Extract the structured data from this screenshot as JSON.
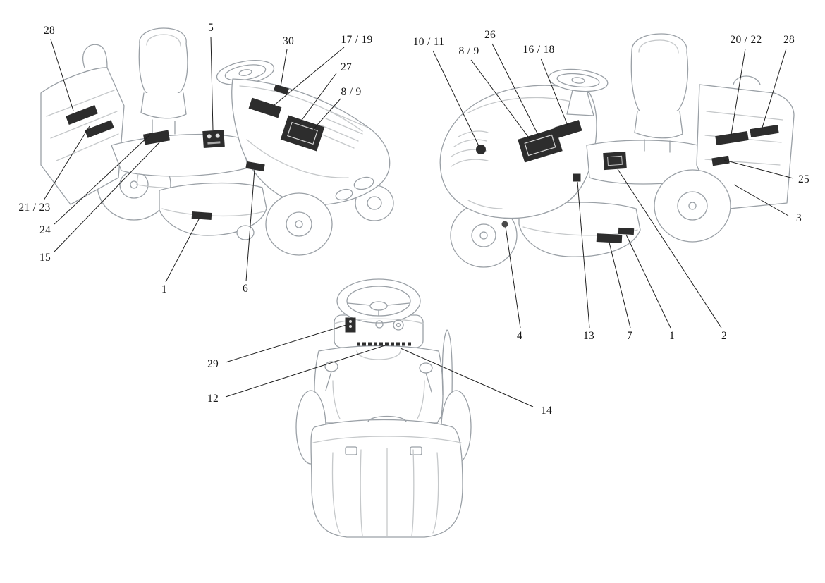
{
  "figure": {
    "type": "label-location-diagram",
    "subject": "riding-lawn-tractor",
    "views": [
      {
        "id": "front-left",
        "name": "tractor front-left three-quarter view"
      },
      {
        "id": "rear-right",
        "name": "tractor rear-right three-quarter view"
      },
      {
        "id": "rear",
        "name": "tractor rear view"
      }
    ],
    "colors": {
      "background": "#ffffff",
      "outline": "#9aa0a6",
      "detail": "#c5c8ca",
      "label_patch": "#2d2d2d",
      "leader_line": "#1f1f1f",
      "callout_text": "#161616"
    }
  },
  "callouts": [
    {
      "label": "28",
      "view": "front-left"
    },
    {
      "label": "5",
      "view": "front-left"
    },
    {
      "label": "30",
      "view": "front-left"
    },
    {
      "label": "17 / 19",
      "view": "front-left"
    },
    {
      "label": "27",
      "view": "front-left"
    },
    {
      "label": "8 / 9",
      "view": "front-left"
    },
    {
      "label": "21 / 23",
      "view": "front-left"
    },
    {
      "label": "24",
      "view": "front-left"
    },
    {
      "label": "15",
      "view": "front-left"
    },
    {
      "label": "1",
      "view": "front-left"
    },
    {
      "label": "6",
      "view": "front-left"
    },
    {
      "label": "10 / 11",
      "view": "rear-right"
    },
    {
      "label": "8 / 9",
      "view": "rear-right"
    },
    {
      "label": "26",
      "view": "rear-right"
    },
    {
      "label": "16 / 18",
      "view": "rear-right"
    },
    {
      "label": "20 / 22",
      "view": "rear-right"
    },
    {
      "label": "28",
      "view": "rear-right"
    },
    {
      "label": "25",
      "view": "rear-right"
    },
    {
      "label": "3",
      "view": "rear-right"
    },
    {
      "label": "4",
      "view": "rear-right"
    },
    {
      "label": "13",
      "view": "rear-right"
    },
    {
      "label": "7",
      "view": "rear-right"
    },
    {
      "label": "1",
      "view": "rear-right"
    },
    {
      "label": "2",
      "view": "rear-right"
    },
    {
      "label": "29",
      "view": "rear"
    },
    {
      "label": "12",
      "view": "rear"
    },
    {
      "label": "14",
      "view": "rear"
    }
  ]
}
